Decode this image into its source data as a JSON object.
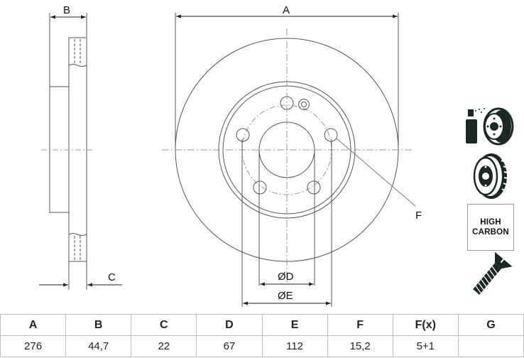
{
  "drawing": {
    "title": "Brake disc technical drawing",
    "dimension_labels": {
      "A": "A",
      "B": "B",
      "C": "C",
      "D": "ØD",
      "E": "ØE",
      "F": "F"
    },
    "colors": {
      "line": "#555555",
      "centerline": "#888888",
      "icon": "#1a2a22"
    }
  },
  "feature_icons": [
    {
      "name": "coated-disc-icon",
      "label": ""
    },
    {
      "name": "vented-disc-icon",
      "label": ""
    },
    {
      "name": "high-carbon-badge",
      "line1": "HIGH",
      "line2": "CARBON"
    },
    {
      "name": "countersunk-screw-icon",
      "label": ""
    }
  ],
  "spec_table": {
    "headers": [
      "A",
      "B",
      "C",
      "D",
      "E",
      "F",
      "F(x)",
      "G"
    ],
    "values": [
      "276",
      "44,7",
      "22",
      "67",
      "112",
      "15,2",
      "5+1",
      ""
    ]
  }
}
